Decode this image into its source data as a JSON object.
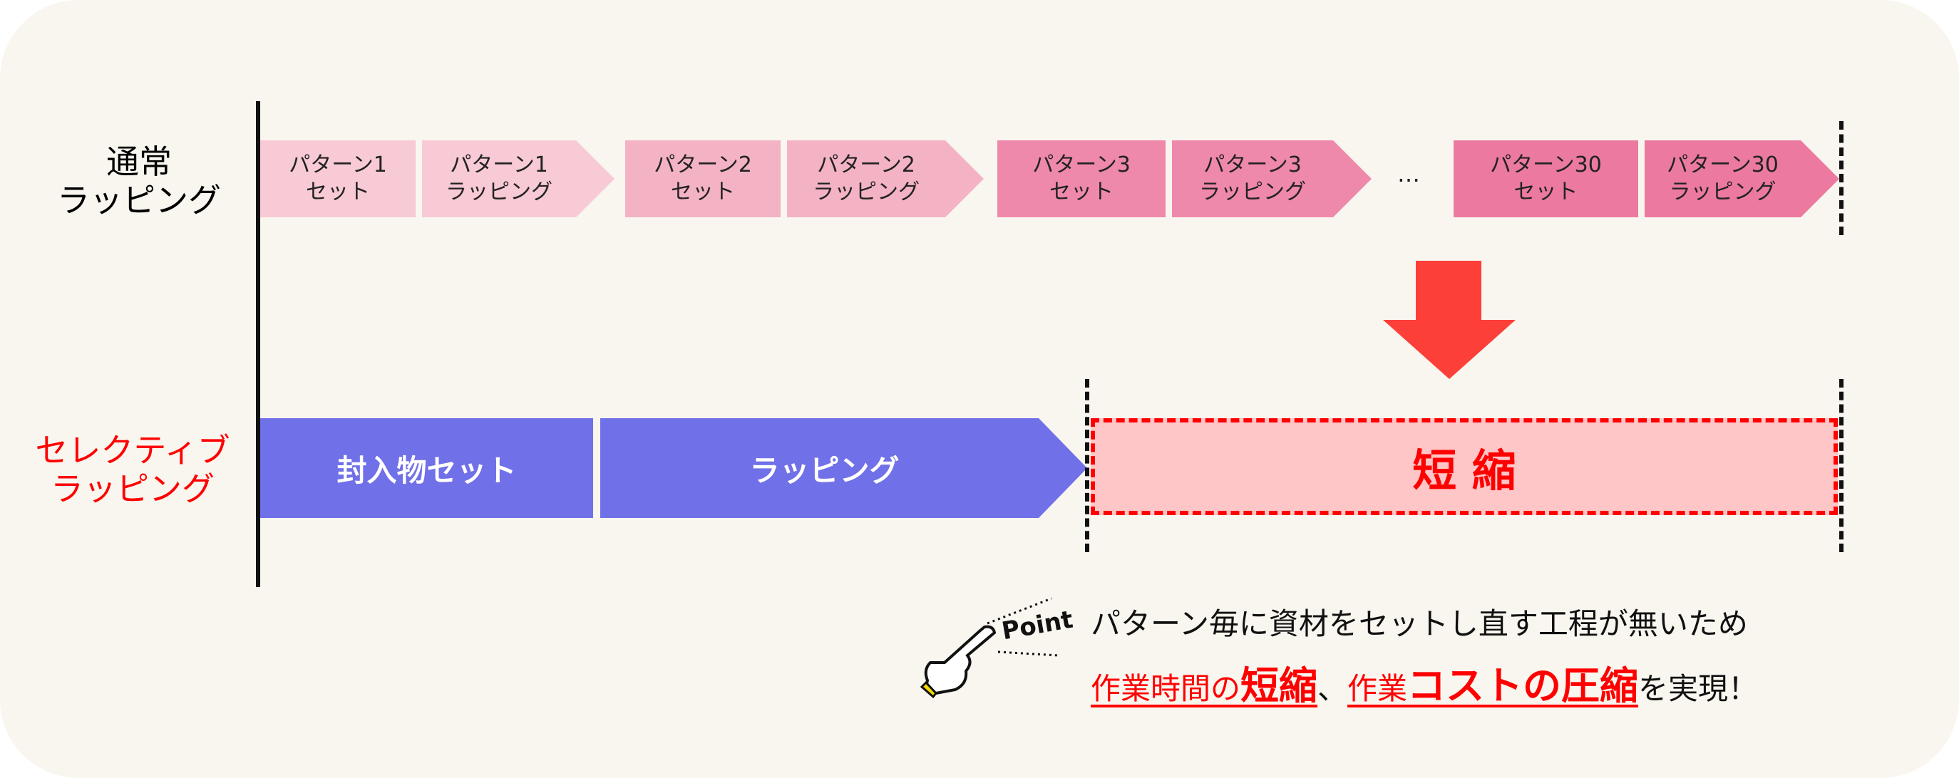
{
  "normal": {
    "label_line1": "通常",
    "label_line2": "ラッピング",
    "steps": [
      {
        "l1": "パターン1",
        "l2": "セット"
      },
      {
        "l1": "パターン1",
        "l2": "ラッピング"
      },
      {
        "l1": "パターン2",
        "l2": "セット"
      },
      {
        "l1": "パターン2",
        "l2": "ラッピング"
      },
      {
        "l1": "パターン3",
        "l2": "セット"
      },
      {
        "l1": "パターン3",
        "l2": "ラッピング"
      },
      {
        "l1": "パターン30",
        "l2": "セット"
      },
      {
        "l1": "パターン30",
        "l2": "ラッピング"
      }
    ],
    "ellipsis": "…"
  },
  "selective": {
    "label_line1": "セレクティブ",
    "label_line2": "ラッピング",
    "step1": "封入物セット",
    "step2": "ラッピング",
    "reduced": "短 縮"
  },
  "point": {
    "badge": "Point",
    "line1": "パターン毎に資材をセットし直す工程が無いため",
    "l2a": "作業時間の",
    "l2b": "短縮",
    "l2c": "、",
    "l2d": "作業",
    "l2e": "コストの圧縮",
    "l2f": "を実現！"
  },
  "colors": {
    "accent_red": "#ff0000",
    "blue": "#7070e8",
    "arrow": "#fd3f3a"
  }
}
